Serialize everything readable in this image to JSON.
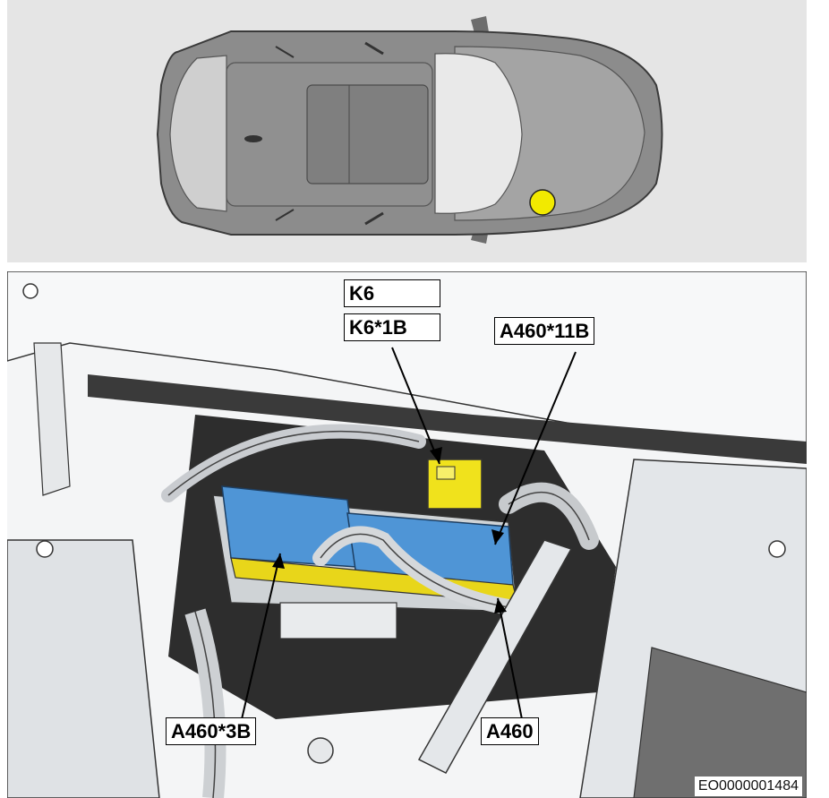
{
  "figure": {
    "callouts": {
      "k6": "K6",
      "k6_1b": "K6*1B",
      "a460_11b": "A460*11B",
      "a460_3b": "A460*3B",
      "a460": "A460"
    },
    "document_id": "EO0000001484"
  },
  "colors": {
    "location_marker": "#f2ea00",
    "connector_blue": "#4f95d6",
    "relay_yellow": "#f0e21c",
    "car_body": "#8a8a8a",
    "panel_background": "#e5e5e5"
  },
  "icons": {
    "vehicle": "car-top-view-icon",
    "marker": "location-dot-icon"
  }
}
